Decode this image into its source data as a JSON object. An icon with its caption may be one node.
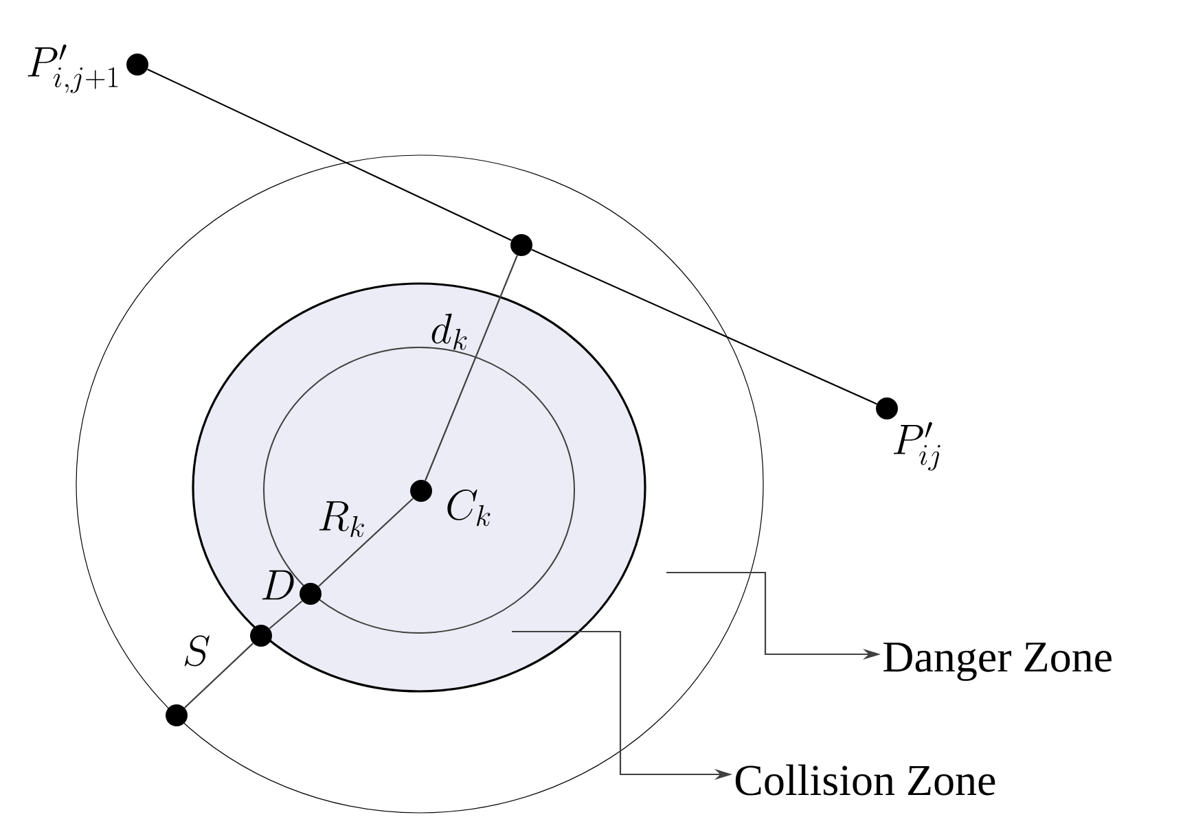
{
  "diagram": {
    "nodes": [
      {
        "text": [],
        "shape": "circle",
        "beside": [
          "P_{i,j+1}^{\\prime}"
        ]
      },
      {
        "text": [],
        "shape": "circle",
        "beside": [
          "P_{ij}^{\\prime}"
        ]
      },
      {
        "text": [],
        "shape": "circle",
        "in": 3
      },
      {
        "text": [],
        "shape": "circle"
      },
      {
        "text": [],
        "shape": "circle",
        "in": 3
      },
      {
        "text": [],
        "shape": "circle",
        "in": 4
      },
      {
        "text": [],
        "shape": "circle",
        "in": 5,
        "beside": [
          "C_k"
        ]
      },
      {
        "text": [],
        "shape": "circle",
        "in": 4,
        "beside": [
          "D"
        ]
      },
      {
        "text": [],
        "shape": "circle",
        "in": 3
      },
      {
        "text": [],
        "shape": "circle",
        "in": 3
      },
      {
        "text": [
          "Danger Zone"
        ]
      },
      {
        "text": [
          "Collision Zone"
        ]
      }
    ],
    "edges": [
      {
        "from": 0,
        "to": 2,
        "arrow": "none"
      },
      {
        "from": 2,
        "to": 1,
        "arrow": "none"
      },
      {
        "from": 6,
        "to": 2,
        "arrow": "none",
        "label": "d_k",
        "color": "#404040"
      },
      {
        "from": 6,
        "to": 7,
        "arrow": "none",
        "label": "R_k",
        "color": "#404040"
      },
      {
        "from": 7,
        "to": 8,
        "arrow": "none",
        "color": "#404040"
      },
      {
        "from": 8,
        "to": 9,
        "arrow": "none",
        "label": "S",
        "color": "#404040"
      },
      {
        "from": 3,
        "to": 10,
        "arrow": "to",
        "color": "#404040"
      },
      {
        "from": 4,
        "to": 11,
        "arrow": "to",
        "color": "#404040"
      }
    ]
  }
}
